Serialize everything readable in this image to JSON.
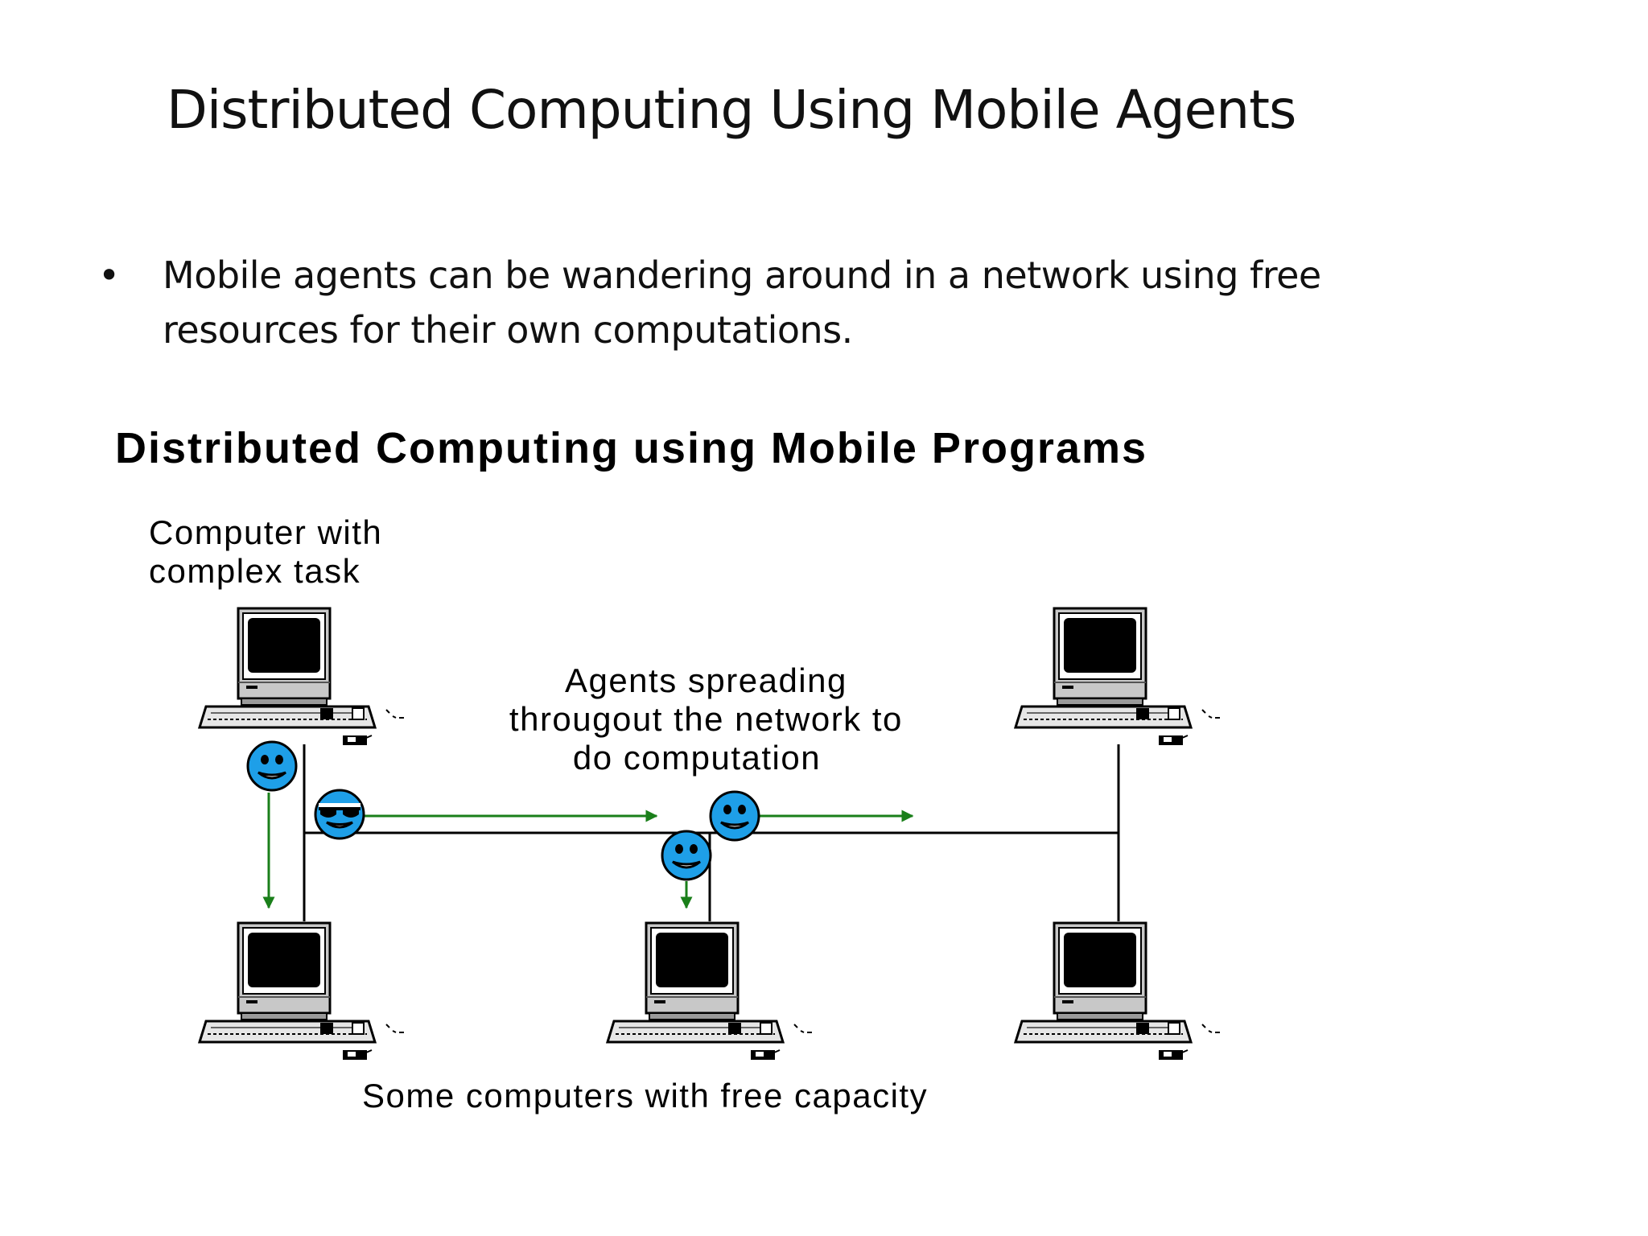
{
  "slide": {
    "title": "Distributed Computing Using Mobile Agents",
    "bullet_symbol": "•",
    "bullet_lines": [
      "Mobile agents can be wandering around in a network using free",
      "resources for their own computations."
    ]
  },
  "diagram": {
    "title": "Distributed Computing using Mobile Programs",
    "label_source": [
      "Computer with",
      "complex task"
    ],
    "label_agents": [
      "Agents spreading",
      "througout the network to",
      "do computation"
    ],
    "label_free": "Some computers with free capacity",
    "icons": {
      "computer": "macintosh-computer-icon",
      "agent": "smiley-agent-icon",
      "agent_cool": "sunglasses-agent-icon"
    },
    "colors": {
      "agent_fill": "#1e9fe8",
      "arrow": "#1a7f1a",
      "wire": "#000000"
    }
  }
}
